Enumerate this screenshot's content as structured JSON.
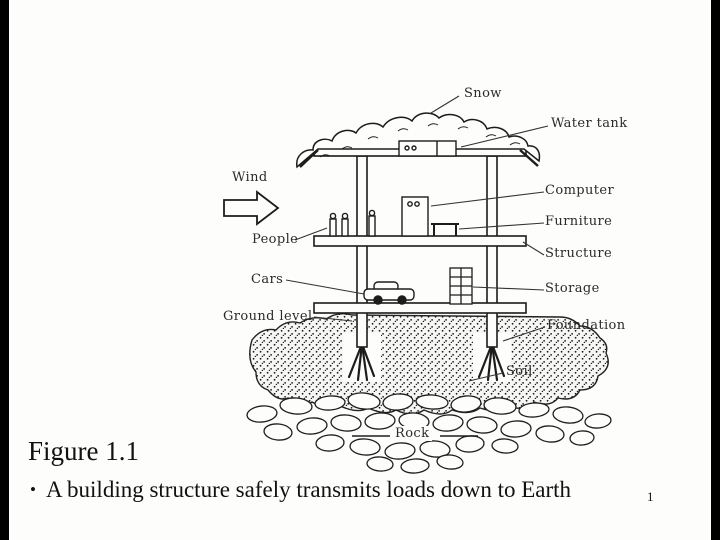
{
  "slide": {
    "caption": {
      "figure_label": "Figure 1.1",
      "bullet_char": "•",
      "bullet_text": "A building structure safely transmits loads down to Earth",
      "page_number": "1"
    }
  },
  "diagram": {
    "labels": {
      "snow": "Snow",
      "water_tank": "Water tank",
      "wind": "Wind",
      "computer": "Computer",
      "furniture": "Furniture",
      "people": "People",
      "structure": "Structure",
      "cars": "Cars",
      "storage": "Storage",
      "ground_level": "Ground level",
      "foundation": "Foundation",
      "soil": "Soil",
      "rock": "Rock"
    }
  }
}
